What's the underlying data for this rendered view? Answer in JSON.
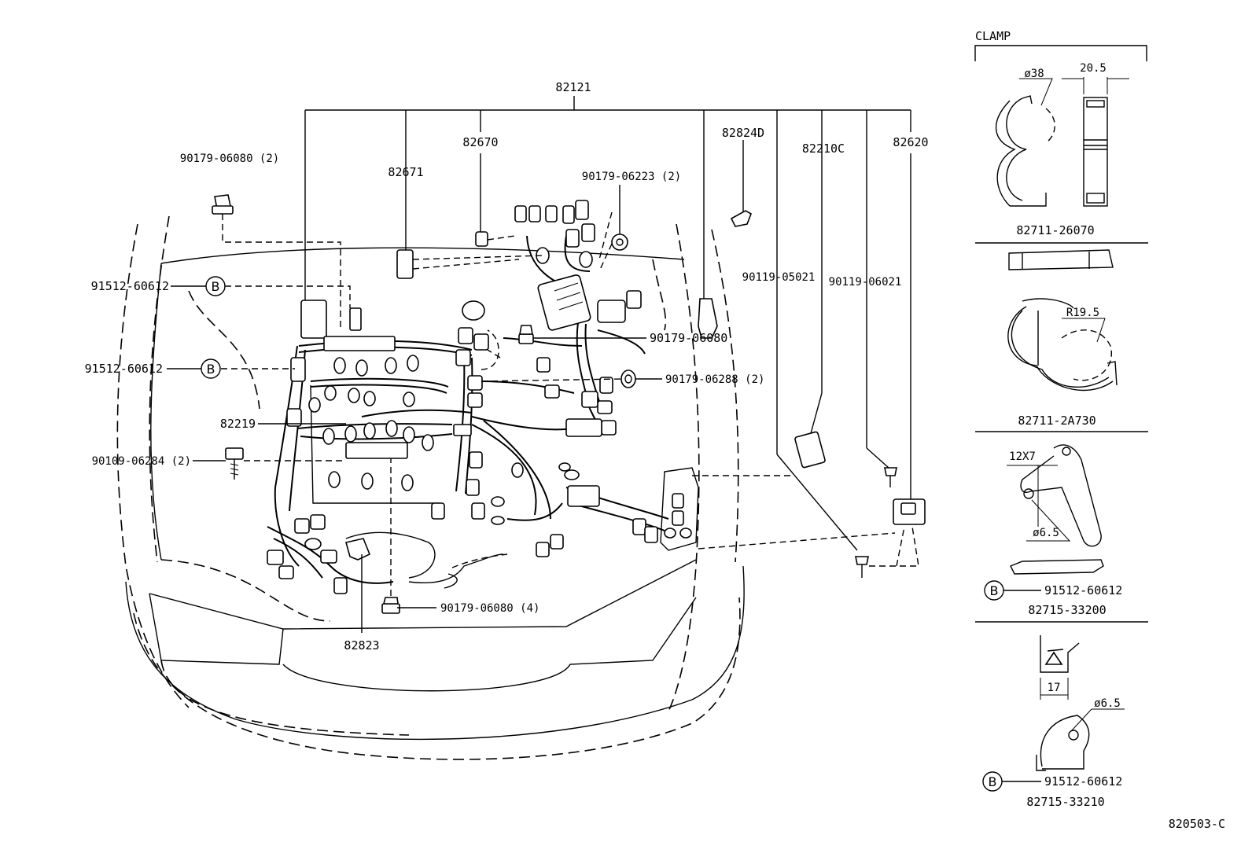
{
  "labels": {
    "main_harness": "82121",
    "p82670": "82670",
    "p82671": "82671",
    "p82824d": "82824D",
    "p82210c": "82210C",
    "p82620": "82620",
    "p90179_06080_2": "90179-06080 (2)",
    "p90179_06223_2": "90179-06223 (2)",
    "p91512_60612_a": "91512-60612",
    "p91512_60612_b": "91512-60612",
    "p90179_06080": "90179-06080",
    "p90179_06288_2": "90179-06288 (2)",
    "p82219": "82219",
    "p90109_06284_2": "90109-06284 (2)",
    "p90179_06080_4": "90179-06080 (4)",
    "p82823": "82823",
    "p90119_05021": "90119-05021",
    "p90119_06021": "90119-06021",
    "circle_b": "B",
    "figure_code": "820503-C"
  },
  "clamp_panel": {
    "title": "CLAMP",
    "c1_dim_dia": "ø38",
    "c1_dim_width": "20.5",
    "c1_part": "82711-26070",
    "c2_dim_radius": "R19.5",
    "c2_part": "82711-2A730",
    "c3_dim_slot": "12X7",
    "c3_dim_hole": "ø6.5",
    "c3_bolt": "91512-60612",
    "c3_part": "82715-33200",
    "c4_dim_width": "17",
    "c4_dim_hole": "ø6.5",
    "c4_bolt": "91512-60612",
    "c4_part": "82715-33210"
  }
}
